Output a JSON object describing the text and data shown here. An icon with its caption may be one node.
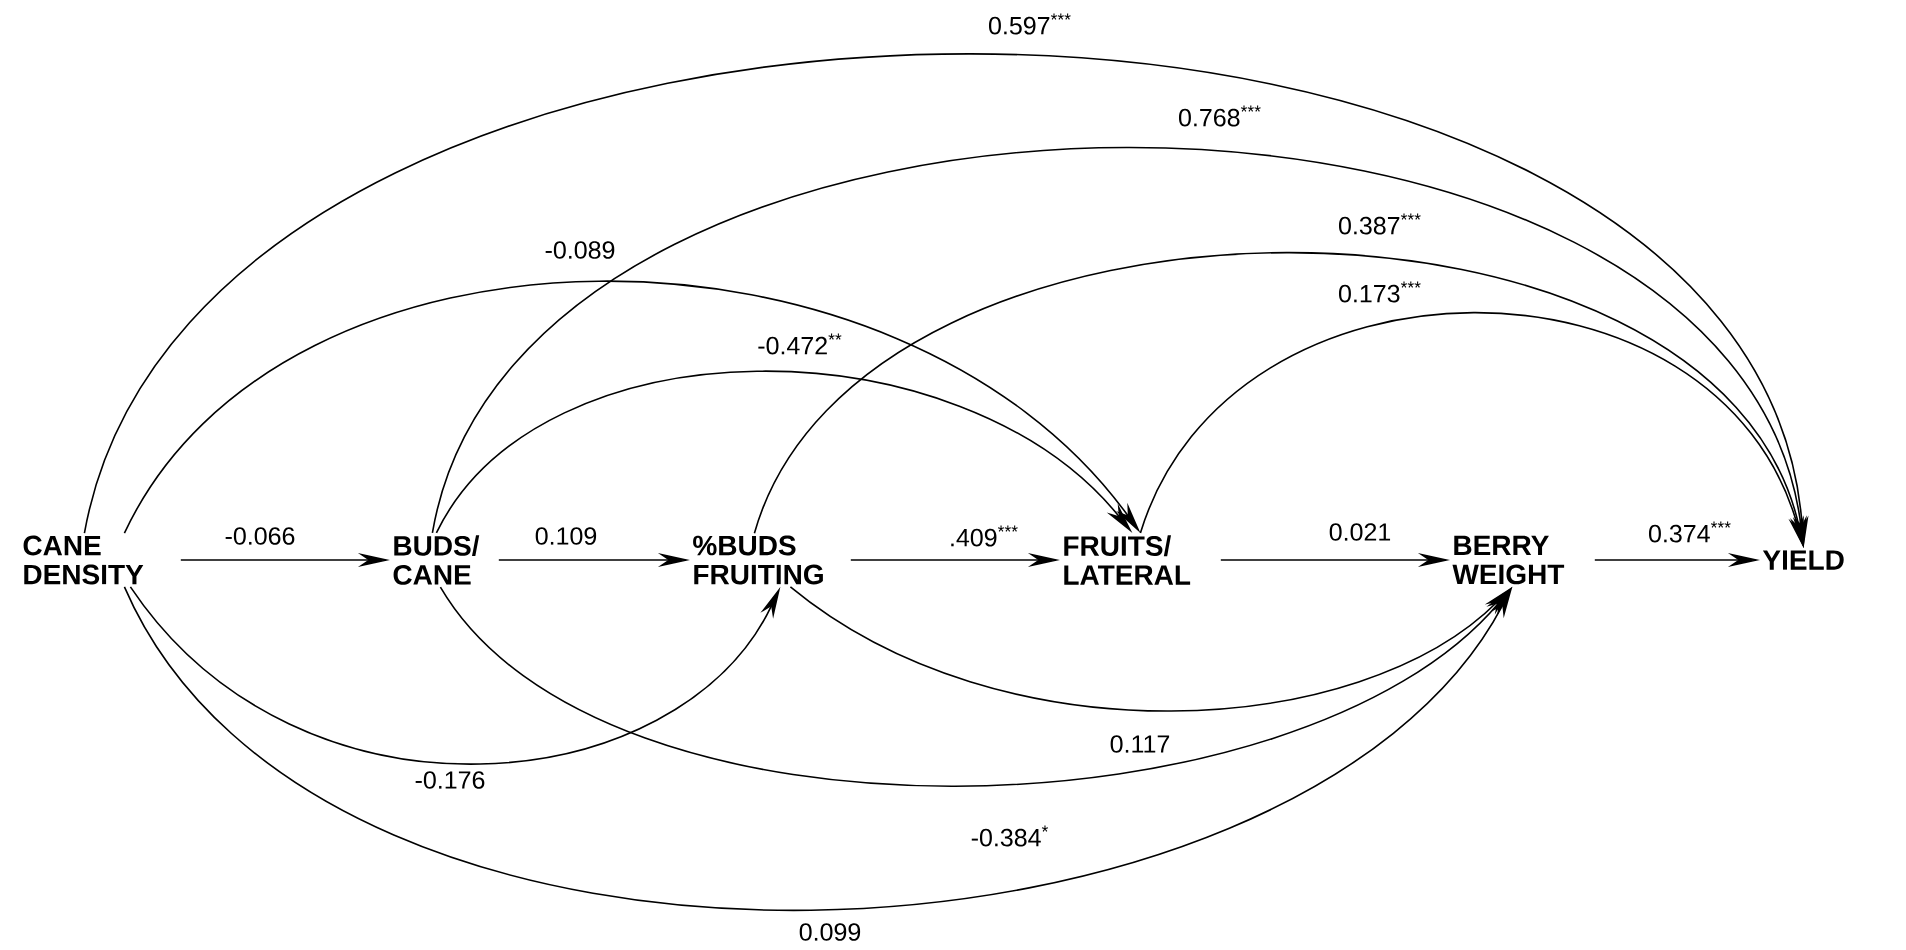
{
  "diagram": {
    "nodes": [
      {
        "text": [
          "CANE DENSITY"
        ]
      },
      {
        "text": [
          "BUDS/ CANE"
        ]
      },
      {
        "text": [
          "%BUDS FRUITING"
        ]
      },
      {
        "text": [
          "FRUITS/ LATERAL"
        ]
      },
      {
        "text": [
          "BERRY WEIGHT"
        ]
      },
      {
        "text": [
          "YIELD"
        ]
      }
    ],
    "edges": [
      {
        "from": 0,
        "to": 5,
        "arrow": "to",
        "label": "0.597$^{***}$"
      },
      {
        "from": 1,
        "to": 5,
        "arrow": "to",
        "label": "0.768$^{***}$"
      },
      {
        "from": 2,
        "to": 5,
        "arrow": "to",
        "label": "0.387$^{***}$"
      },
      {
        "from": 3,
        "to": 5,
        "arrow": "to",
        "label": "0.173$^{***}$"
      },
      {
        "from": 0,
        "to": 3,
        "arrow": "to",
        "label": "-0.089"
      },
      {
        "from": 1,
        "to": 3,
        "arrow": "to",
        "label": "-0.472$^{**}$"
      },
      {
        "from": 0,
        "to": 1,
        "arrow": "to",
        "label": "-0.066"
      },
      {
        "from": 1,
        "to": 2,
        "arrow": "to",
        "label": "0.109"
      },
      {
        "from": 2,
        "to": 3,
        "arrow": "to",
        "label": ".409$^{***}$"
      },
      {
        "from": 3,
        "to": 4,
        "arrow": "to",
        "label": "0.021"
      },
      {
        "from": 4,
        "to": 5,
        "arrow": "to",
        "label": "0.374$^{***}$"
      },
      {
        "from": 0,
        "to": 2,
        "arrow": "to",
        "label": "-0.176"
      },
      {
        "from": 2,
        "to": 4,
        "arrow": "to",
        "label": "0.117"
      },
      {
        "from": 1,
        "to": 4,
        "arrow": "to",
        "label": "-0.384$^{*}$"
      },
      {
        "from": 0,
        "to": 4,
        "arrow": "to",
        "label": "0.099"
      }
    ]
  }
}
